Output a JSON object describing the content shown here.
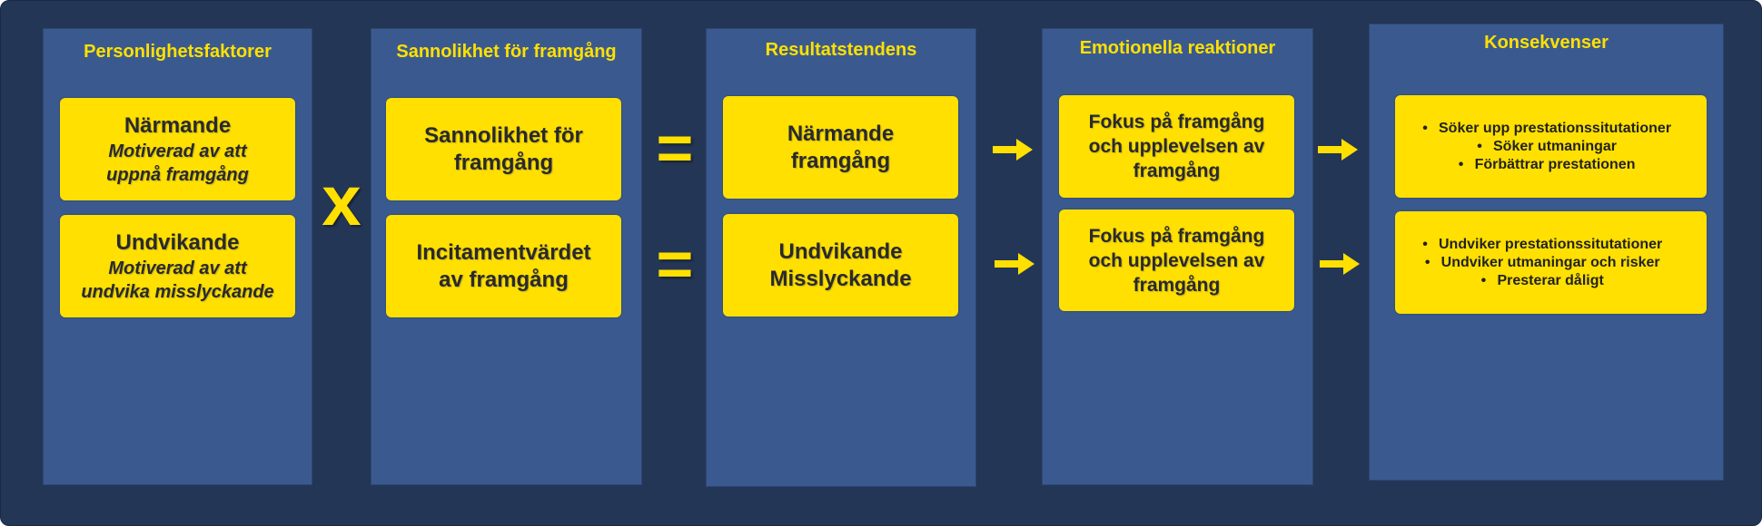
{
  "columns": [
    {
      "title": "Personlighetsfaktorer"
    },
    {
      "title": "Sannolikhet för framgång"
    },
    {
      "title": "Resultatstendens"
    },
    {
      "title": "Emotionella reaktioner"
    },
    {
      "title": "Konsekvenser"
    }
  ],
  "personality": [
    {
      "title": "Närmande",
      "line1": "Motiverad av att",
      "line2": "uppnå framgång"
    },
    {
      "title": "Undvikande",
      "line1": "Motiverad av att",
      "line2": "undvika misslyckande"
    }
  ],
  "probability": [
    {
      "line1": "Sannolikhet för",
      "line2": "framgång"
    },
    {
      "line1": "Incitamentvärdet",
      "line2": "av framgång"
    }
  ],
  "tendency": [
    {
      "line1": "Närmande",
      "line2": "framgång"
    },
    {
      "line1": "Undvikande",
      "line2": "Misslyckande"
    }
  ],
  "emotional": [
    {
      "line1": "Fokus på framgång",
      "line2": "och upplevelsen av",
      "line3": "framgång"
    },
    {
      "line1": "Fokus på framgång",
      "line2": "och upplevelsen av",
      "line3": "framgång"
    }
  ],
  "consequences": [
    {
      "bullets": [
        "Söker upp prestationssitutationer",
        "Söker utmaningar",
        "Förbättrar prestationen"
      ]
    },
    {
      "bullets": [
        "Undviker prestationssitutationer",
        "Undviker utmaningar och risker",
        "Presterar dåligt"
      ]
    }
  ],
  "operators": {
    "multiply": "x",
    "equals": "="
  },
  "bullet_symbol": "•",
  "colors": {
    "background": "#243656",
    "column": "#3a5a8f",
    "accent": "#ffe000",
    "text": "#2a2a2a"
  }
}
